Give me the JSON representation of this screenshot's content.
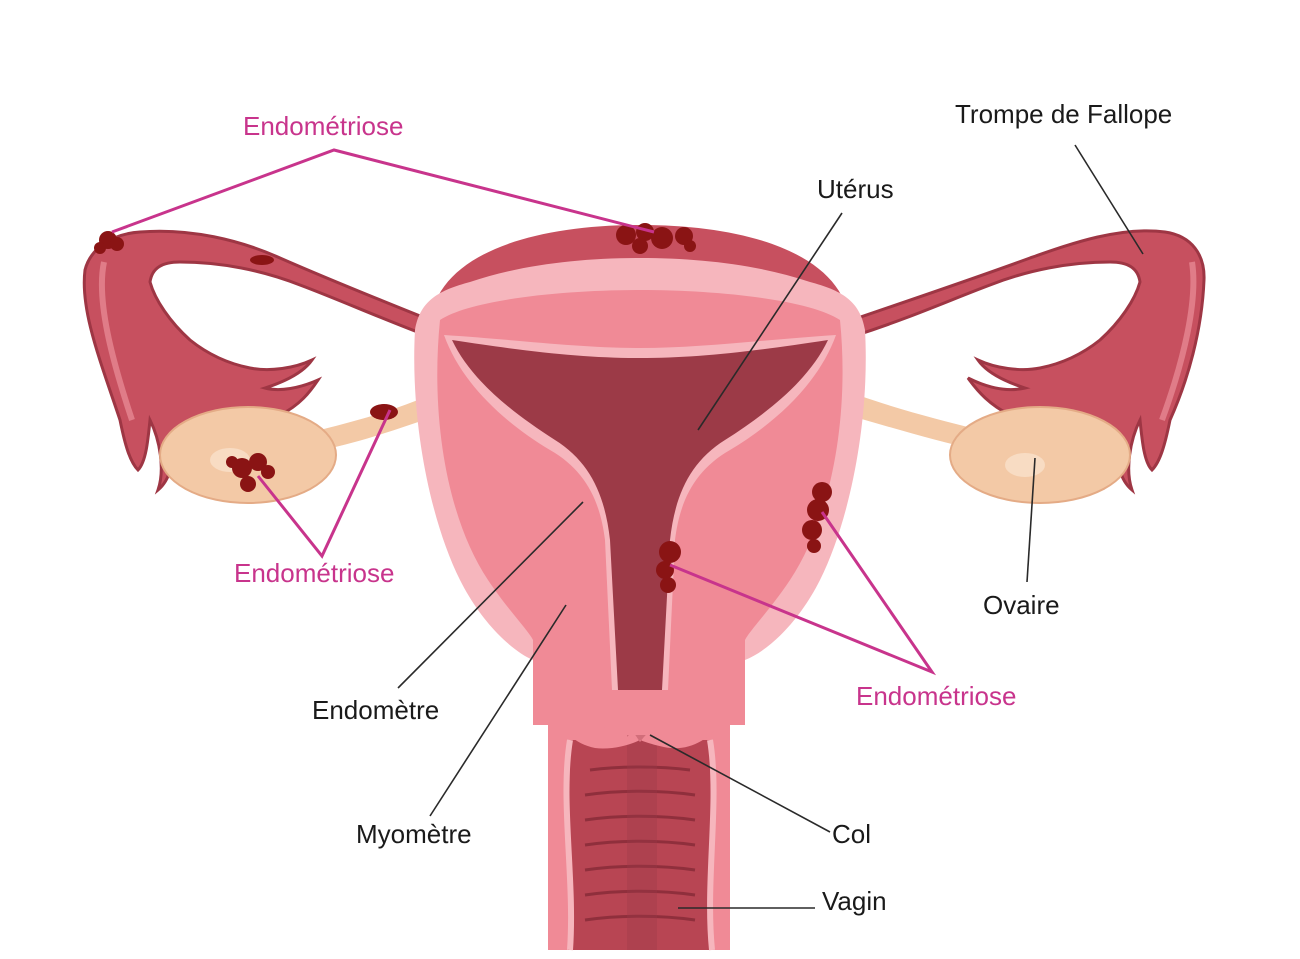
{
  "colors": {
    "accent": "#c8348c",
    "leader_dark": "#2a2a2a",
    "uterus_outer": "#b8434f",
    "myometrium": "#f08a96",
    "endometrium_layer": "#f6b6bd",
    "cavity": "#9c3a47",
    "ovary": "#f3c9a6",
    "lesion": "#8a1414"
  },
  "labels": {
    "endometriose_top": "Endométriose",
    "endometriose_left": "Endométriose",
    "endometriose_right": "Endométriose",
    "trompe": "Trompe de Fallope",
    "uterus": "Utérus",
    "ovaire": "Ovaire",
    "endometre": "Endomètre",
    "myometre": "Myomètre",
    "col": "Col",
    "vagin": "Vagin"
  }
}
